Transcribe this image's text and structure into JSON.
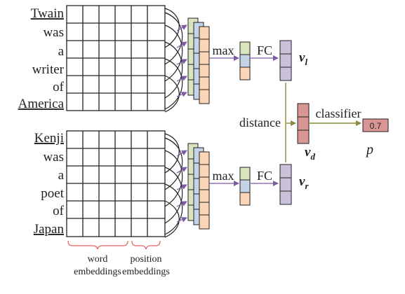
{
  "sentence_top": {
    "words": [
      "Twain",
      "was",
      "a",
      "writer",
      "of",
      "America"
    ],
    "underlined": [
      true,
      false,
      false,
      false,
      false,
      true
    ]
  },
  "sentence_bottom": {
    "words": [
      "Kenji",
      "was",
      "a",
      "poet",
      "of",
      "Japan"
    ],
    "underlined": [
      true,
      false,
      false,
      false,
      false,
      true
    ]
  },
  "labels": {
    "max_top": "max",
    "fc_top": "FC",
    "max_bottom": "max",
    "fc_bottom": "FC",
    "distance": "distance",
    "classifier": "classifier",
    "output_value": "0.7",
    "v_l_base": "v",
    "v_l_sub": "l",
    "v_r_base": "v",
    "v_r_sub": "r",
    "v_d_base": "v",
    "v_d_sub": "d",
    "p": "p",
    "word_embeddings_line1": "word",
    "word_embeddings_line2": "embeddings",
    "position_embeddings_line1": "position",
    "position_embeddings_line2": "embeddings"
  },
  "colors": {
    "green": "#d7e4bd",
    "blue": "#c5d3e8",
    "orange": "#fbd5b5",
    "purple": "#ccc1da",
    "brown": "#d99694",
    "arrow_purple": "#7b5aa6",
    "arrow_olive": "#8c8a3a",
    "brace_red": "#e06060"
  }
}
